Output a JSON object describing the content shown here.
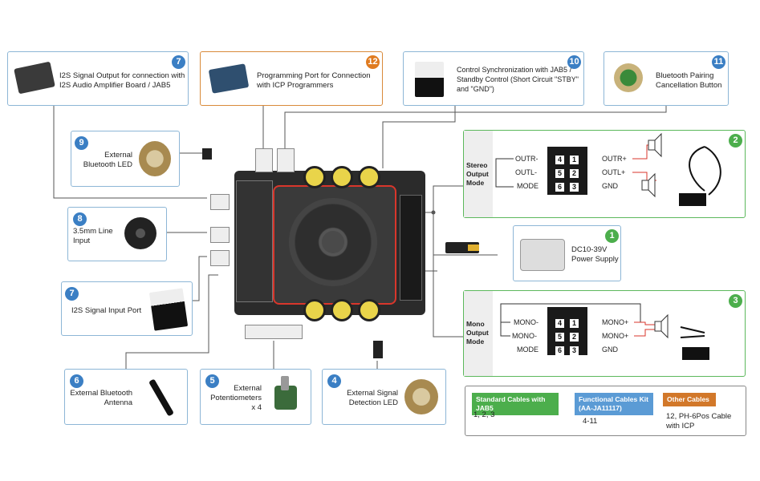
{
  "callouts": {
    "c7_top": {
      "num": "7",
      "text": "I2S Signal Output for connection with I2S Audio Amplifier Board / JAB5"
    },
    "c12": {
      "num": "12",
      "text": "Programming Port for Connection with ICP Programmers"
    },
    "c10": {
      "num": "10",
      "text": "Control Synchronization with JAB5 / Standby Control (Short Circuit \"STBY\" and \"GND\")"
    },
    "c11": {
      "num": "11",
      "text": "Bluetooth Pairing Cancellation Button"
    },
    "c9": {
      "num": "9",
      "text": "External Bluetooth LED"
    },
    "c8": {
      "num": "8",
      "text": "3.5mm Line Input"
    },
    "c7_left": {
      "num": "7",
      "text": "I2S Signal Input Port"
    },
    "c6": {
      "num": "6",
      "text": "External Bluetooth Antenna"
    },
    "c5": {
      "num": "5",
      "text": "External Potentiometers x 4"
    },
    "c4": {
      "num": "4",
      "text": "External Signal Detection LED"
    },
    "c1": {
      "num": "1",
      "text": "DC10-39V Power Supply"
    },
    "c2": {
      "num": "2"
    },
    "c3": {
      "num": "3"
    }
  },
  "stereo": {
    "header": "Stereo Output Mode",
    "left_labels": [
      "OUTR-",
      "OUTL-",
      "MODE"
    ],
    "right_labels": [
      "OUTR+",
      "OUTL+",
      "GND"
    ],
    "pins_left": [
      "4",
      "5",
      "6"
    ],
    "pins_right": [
      "1",
      "2",
      "3"
    ]
  },
  "mono": {
    "header": "Mono Output Mode",
    "left_labels": [
      "MONO-",
      "MONO-",
      "MODE"
    ],
    "right_labels": [
      "MONO+",
      "MONO+",
      "GND"
    ],
    "pins_left": [
      "4",
      "5",
      "6"
    ],
    "pins_right": [
      "1",
      "2",
      "3"
    ]
  },
  "legend": {
    "standard": {
      "title": "Standard Cables with JAB5",
      "value": "1, 2, 3",
      "color": "#4cae4c"
    },
    "functional": {
      "title": "Functional Cables Kit (AA-JA11117)",
      "value": "4-11",
      "color": "#5b9bd5"
    },
    "other": {
      "title": "Other Cables",
      "value": "12, PH-6Pos Cable with ICP",
      "color": "#d2782a"
    }
  },
  "colors": {
    "box_blue": "#8db6d6",
    "board": "#2b2b2b",
    "wire": "#555555",
    "red_wire": "#d9362b"
  }
}
